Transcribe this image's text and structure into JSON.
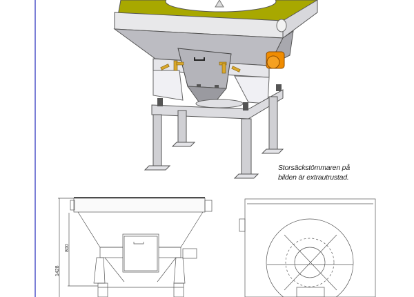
{
  "caption": {
    "line1": "Storsäckstömmaren på",
    "line2": "bilden är extrautrustad."
  },
  "front_view": {
    "dim_height_total": "1428",
    "dim_height_hopper": "800"
  },
  "colors": {
    "margin_line": "#7b7fd6",
    "frame_top": "#a8a800",
    "vibrator": "#f08c00",
    "steel": "#c4c4c8"
  }
}
